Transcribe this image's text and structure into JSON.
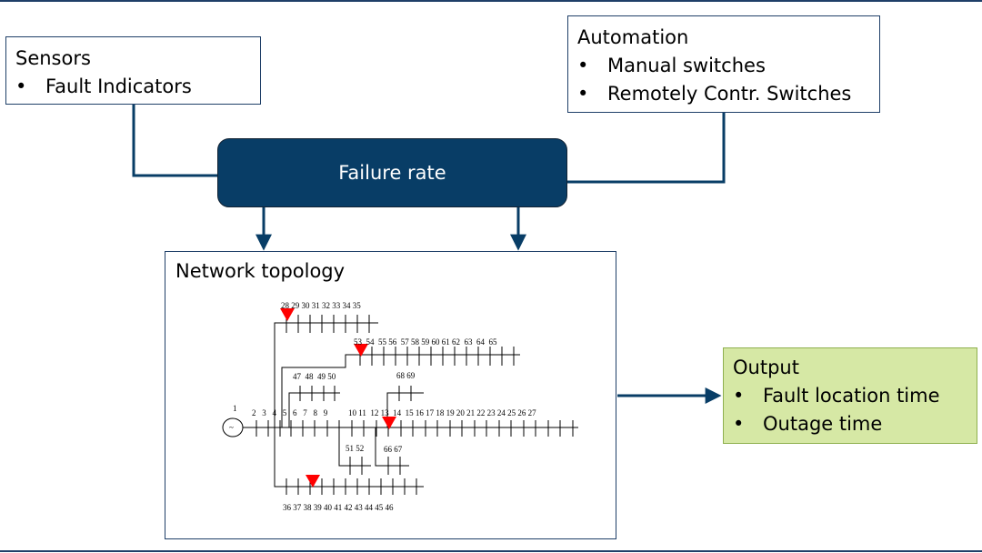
{
  "sensors": {
    "title": "Sensors",
    "items": [
      "Fault Indicators"
    ]
  },
  "automation": {
    "title": "Automation",
    "items": [
      "Manual switches",
      "Remotely Contr. Switches"
    ]
  },
  "center": {
    "label": "Failure rate"
  },
  "topology": {
    "title": "Network topology",
    "source_label": "1",
    "generator_symbol": "~",
    "bus_labels": {
      "upper": "28 29 30 31 32 33 34 35",
      "second": "53  54  55 56  57 58 59 60 61 62  63  64  65",
      "branch1": "47  48  49 50",
      "branch2": "68 69",
      "main_left": "2   3   4   5   6   7   8   9",
      "main_right": "10 11  12 13  14  15 16 17 18 19 20 21 22 23 24 25 26 27",
      "lower_mid": "51 52",
      "lower_mid2": "66 67",
      "bottom": "36 37 38 39 40 41 42 43 44 45 46"
    }
  },
  "output": {
    "title": "Output",
    "items": [
      "Fault location time",
      "Outage time"
    ]
  },
  "colors": {
    "accent": "#083d66",
    "output_fill": "#d6e8a5",
    "fault_marker": "#ff0000",
    "rule": "#1f3f68"
  }
}
